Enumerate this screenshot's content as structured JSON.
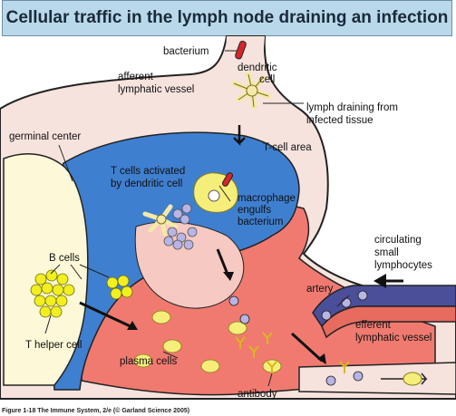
{
  "title": "Cellular traffic in the lymph node draining an infection",
  "labels": {
    "bacterium": "bacterium",
    "afferent_line1": "afferent",
    "afferent_line2": "lymphatic vessel",
    "dendritic_line1": "dendritic",
    "dendritic_line2": "cell",
    "lymph_line1": "lymph draining from",
    "lymph_line2": "infected tissue",
    "germinal_center": "germinal center",
    "tcell_area": "T-cell area",
    "tcells_line1": "T cells activated",
    "tcells_line2": "by dendritic cell",
    "macrophage_line1": "macrophage",
    "macrophage_line2": "engulfs",
    "macrophage_line3": "bacterium",
    "bcells": "B cells",
    "circulating_line1": "circulating",
    "circulating_line2": "small",
    "circulating_line3": "lymphocytes",
    "artery": "artery",
    "efferent_line1": "efferent",
    "efferent_line2": "lymphatic vessel",
    "t_helper": "T helper cell",
    "plasma_cells": "plasma cells",
    "antibody": "antibody"
  },
  "caption": "Figure 1-18  The Immune System, 2/e (© Garland Science 2005)",
  "colors": {
    "title_bg": "#b9d9ea",
    "capsule": "#f6e3dd",
    "tcell_area": "#3f7fd0",
    "medulla": "#f07a70",
    "germinal_center": "#fdf8d8",
    "bcell": "#f2ef1e",
    "vessel_blue": "#4b4f9a",
    "vessel_red": "#e76b5f"
  }
}
